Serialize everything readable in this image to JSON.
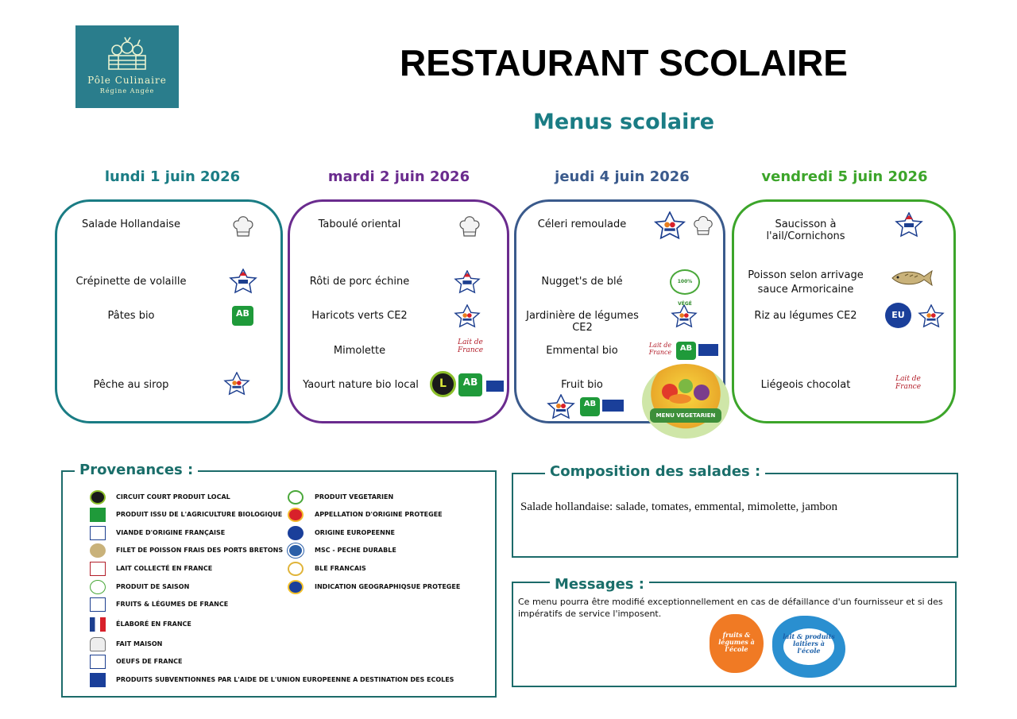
{
  "logo": {
    "line1": "Pôle Culinaire",
    "line2": "Régine Angée"
  },
  "title": "RESTAURANT SCOLAIRE",
  "subtitle": "Menus scolaire",
  "colors": {
    "teal": "#1a7c84",
    "purple": "#6a2b8e",
    "navy": "#3a5a8c",
    "green": "#3ca52a",
    "legend": "#1a6e6a"
  },
  "days": [
    {
      "title": "lundi 1 juin 2026",
      "dishes": [
        "Salade Hollandaise",
        "Crépinette de volaille",
        "Pâtes bio",
        "Pêche au sirop"
      ]
    },
    {
      "title": "mardi 2 juin 2026",
      "dishes": [
        "Taboulé oriental",
        "Rôti de porc échine",
        "Haricots verts CE2",
        "Mimolette",
        "Yaourt nature bio local"
      ]
    },
    {
      "title": "jeudi 4 juin 2026",
      "dishes": [
        "Céleri remoulade",
        "Nugget's de blé",
        "Jardinière de légumes CE2",
        "Emmental bio",
        "Fruit bio"
      ]
    },
    {
      "title": "vendredi 5 juin 2026",
      "dishes": [
        "Saucisson à l'ail/Cornichons",
        "Poisson selon arrivage sauce Armoricaine",
        "Riz au légumes CE2",
        "Liégeois chocolat"
      ]
    }
  ],
  "badges": {
    "ab": "AB",
    "eu": "EU",
    "local": "L",
    "viande": "VIANDES DE FRANCE",
    "fruits": "FRUITS & LÉGUMES DE FRANCE",
    "lait": "Lait de France",
    "veg": "MENU VEGETARIEN",
    "veg_small": "100% VÉGÉ"
  },
  "legend": {
    "heading": "Provenances :",
    "left": [
      {
        "icon": "local-icon",
        "label": "CIRCUIT COURT PRODUIT LOCAL"
      },
      {
        "icon": "ab-icon",
        "label": "PRODUIT ISSU DE L'AGRICULTURE BIOLOGIQUE"
      },
      {
        "icon": "viande-icon",
        "label": "VIANDE D'ORIGINE FRANÇAISE"
      },
      {
        "icon": "fish-icon",
        "label": "FILET DE POISSON FRAIS DES PORTS BRETONS"
      },
      {
        "icon": "lait-icon",
        "label": "LAIT COLLECTÉ EN FRANCE"
      },
      {
        "icon": "saison-icon",
        "label": "PRODUIT DE SAISON"
      },
      {
        "icon": "fruits-icon",
        "label": "FRUITS & LÉGUMES DE FRANCE"
      },
      {
        "icon": "france-icon",
        "label": "ÉLABORÉ EN FRANCE"
      },
      {
        "icon": "chef-hat-icon",
        "label": "FAIT MAISON"
      },
      {
        "icon": "oeufs-icon",
        "label": "OEUFS DE FRANCE"
      },
      {
        "icon": "eu-flag-icon",
        "label": "PRODUITS SUBVENTIONNES PAR L'AIDE DE L'UNION EUROPEENNE A DESTINATION DES ECOLES"
      }
    ],
    "right": [
      {
        "icon": "vegetarien-icon",
        "label": "PRODUIT VEGETARIEN"
      },
      {
        "icon": "aop-icon",
        "label": "APPELLATION D'ORIGINE PROTEGEE"
      },
      {
        "icon": "eu-origin-icon",
        "label": "ORIGINE EUROPEENNE"
      },
      {
        "icon": "msc-icon",
        "label": "MSC - PECHE DURABLE"
      },
      {
        "icon": "ble-icon",
        "label": "BLE FRANCAIS"
      },
      {
        "icon": "igp-icon",
        "label": "INDICATION GEOGRAPHIQSUE PROTEGEE"
      }
    ]
  },
  "salads": {
    "heading": "Composition des salades :",
    "text": "Salade hollandaise: salade, tomates, emmental, mimolette, jambon"
  },
  "messages": {
    "heading": "Messages :",
    "text": "Ce menu pourra être modifié exceptionnellement en cas de défaillance d'un fournisseur et si des impératifs de service l'imposent.",
    "logo_fruits": "fruits & légumes à l'école",
    "logo_lait": "lait & produits laitiers à l'école"
  }
}
